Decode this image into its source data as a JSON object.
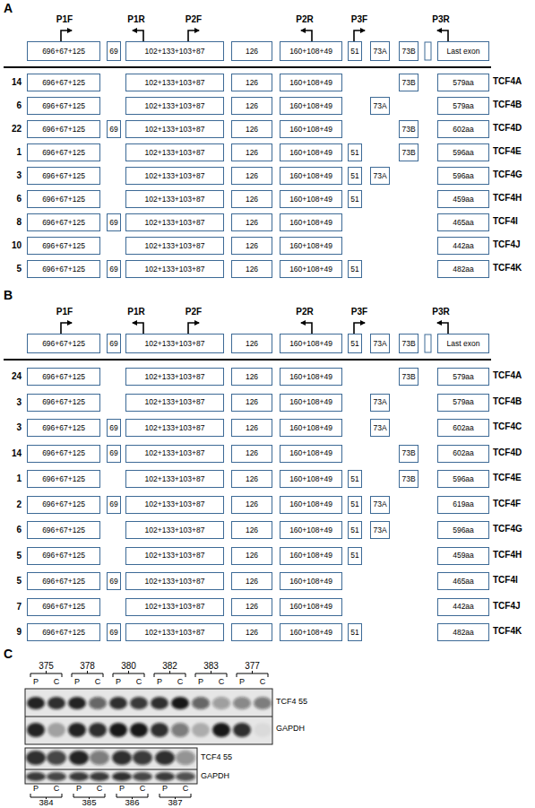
{
  "diagram": {
    "nodes": [
      {
        "text": [
          "696+67+125"
        ]
      },
      {
        "text": [
          "69"
        ]
      },
      {
        "text": [
          "102+133+103+87"
        ]
      },
      {
        "text": [
          "126"
        ]
      },
      {
        "text": [
          "160+108+49"
        ]
      },
      {
        "text": [
          "51"
        ]
      },
      {
        "text": [
          "73A"
        ]
      },
      {
        "text": [
          "73B"
        ]
      },
      {
        "text": [
          "Last exon"
        ]
      },
      {
        "text": [
          "696+67+125"
        ]
      },
      {
        "text": [
          "102+133+103+87"
        ]
      },
      {
        "text": [
          "126"
        ]
      },
      {
        "text": [
          "160+108+49"
        ]
      },
      {
        "text": [
          "73B"
        ]
      },
      {
        "text": [
          "579aa"
        ]
      },
      {
        "text": [
          "696+67+125"
        ]
      },
      {
        "text": [
          "102+133+103+87"
        ]
      },
      {
        "text": [
          "126"
        ]
      },
      {
        "text": [
          "160+108+49"
        ]
      },
      {
        "text": [
          "73A"
        ]
      },
      {
        "text": [
          "579aa"
        ]
      },
      {
        "text": [
          "696+67+125"
        ]
      },
      {
        "text": [
          "69"
        ]
      },
      {
        "text": [
          "102+133+103+87"
        ]
      },
      {
        "text": [
          "126"
        ]
      },
      {
        "text": [
          "160+108+49"
        ]
      },
      {
        "text": [
          "73B"
        ]
      },
      {
        "text": [
          "602aa"
        ]
      },
      {
        "text": [
          "696+67+125"
        ]
      },
      {
        "text": [
          "102+133+103+87"
        ]
      },
      {
        "text": [
          "126"
        ]
      },
      {
        "text": [
          "160+108+49"
        ]
      },
      {
        "text": [
          "51"
        ]
      },
      {
        "text": [
          "73B"
        ]
      },
      {
        "text": [
          "596aa"
        ]
      },
      {
        "text": [
          "696+67+125"
        ]
      },
      {
        "text": [
          "102+133+103+87"
        ]
      },
      {
        "text": [
          "126"
        ]
      },
      {
        "text": [
          "160+108+49"
        ]
      },
      {
        "text": [
          "51"
        ]
      },
      {
        "text": [
          "73A"
        ]
      },
      {
        "text": [
          "596aa"
        ]
      },
      {
        "text": [
          "696+67+125"
        ]
      },
      {
        "text": [
          "102+133+103+87"
        ]
      },
      {
        "text": [
          "126"
        ]
      },
      {
        "text": [
          "160+108+49"
        ]
      },
      {
        "text": [
          "51"
        ]
      },
      {
        "text": [
          "459aa"
        ]
      },
      {
        "text": [
          "696+67+125"
        ]
      },
      {
        "text": [
          "69"
        ]
      },
      {
        "text": [
          "102+133+103+87"
        ]
      },
      {
        "text": [
          "126"
        ]
      },
      {
        "text": [
          "160+108+49"
        ]
      },
      {
        "text": [
          "465aa"
        ]
      },
      {
        "text": [
          "696+67+125"
        ]
      },
      {
        "text": [
          "102+133+103+87"
        ]
      },
      {
        "text": [
          "126"
        ]
      },
      {
        "text": [
          "160+108+49"
        ]
      },
      {
        "text": [
          "442aa"
        ]
      },
      {
        "text": [
          "696+67+125"
        ]
      },
      {
        "text": [
          "69"
        ]
      },
      {
        "text": [
          "102+133+103+87"
        ]
      },
      {
        "text": [
          "126"
        ]
      },
      {
        "text": [
          "160+108+49"
        ]
      },
      {
        "text": [
          "51"
        ]
      },
      {
        "text": [
          "482aa"
        ]
      },
      {
        "text": [
          "696+67+125"
        ]
      },
      {
        "text": [
          "69"
        ]
      },
      {
        "text": [
          "102+133+103+87"
        ]
      },
      {
        "text": [
          "126"
        ]
      },
      {
        "text": [
          "160+108+49"
        ]
      },
      {
        "text": [
          "51"
        ]
      },
      {
        "text": [
          "73A"
        ]
      },
      {
        "text": [
          "73B"
        ]
      },
      {
        "text": [
          "Last exon"
        ]
      },
      {
        "text": [
          "696+67+125"
        ]
      },
      {
        "text": [
          "102+133+103+87"
        ]
      },
      {
        "text": [
          "126"
        ]
      },
      {
        "text": [
          "160+108+49"
        ]
      },
      {
        "text": [
          "73B"
        ]
      },
      {
        "text": [
          "579aa"
        ]
      },
      {
        "text": [
          "696+67+125"
        ]
      },
      {
        "text": [
          "102+133+103+87"
        ]
      },
      {
        "text": [
          "126"
        ]
      },
      {
        "text": [
          "160+108+49"
        ]
      },
      {
        "text": [
          "73A"
        ]
      },
      {
        "text": [
          "579aa"
        ]
      },
      {
        "text": [
          "696+67+125"
        ]
      },
      {
        "text": [
          "69"
        ]
      },
      {
        "text": [
          "102+133+103+87"
        ]
      },
      {
        "text": [
          "126"
        ]
      },
      {
        "text": [
          "160+108+49"
        ]
      },
      {
        "text": [
          "73A"
        ]
      },
      {
        "text": [
          "602aa"
        ]
      },
      {
        "text": [
          "696+67+125"
        ]
      },
      {
        "text": [
          "69"
        ]
      },
      {
        "text": [
          "102+133+103+87"
        ]
      },
      {
        "text": [
          "126"
        ]
      },
      {
        "text": [
          "160+108+49"
        ]
      },
      {
        "text": [
          "73B"
        ]
      },
      {
        "text": [
          "602aa"
        ]
      },
      {
        "text": [
          "696+67+125"
        ]
      },
      {
        "text": [
          "102+133+103+87"
        ]
      },
      {
        "text": [
          "126"
        ]
      },
      {
        "text": [
          "160+108+49"
        ]
      },
      {
        "text": [
          "51"
        ]
      },
      {
        "text": [
          "73B"
        ]
      },
      {
        "text": [
          "596aa"
        ]
      },
      {
        "text": [
          "696+67+125"
        ]
      },
      {
        "text": [
          "69"
        ]
      },
      {
        "text": [
          "102+133+103+87"
        ]
      },
      {
        "text": [
          "126"
        ]
      },
      {
        "text": [
          "160+108+49"
        ]
      },
      {
        "text": [
          "51"
        ]
      },
      {
        "text": [
          "73A"
        ]
      },
      {
        "text": [
          "619aa"
        ]
      },
      {
        "text": [
          "696+67+125"
        ]
      },
      {
        "text": [
          "102+133+103+87"
        ]
      },
      {
        "text": [
          "126"
        ]
      },
      {
        "text": [
          "160+108+49"
        ]
      },
      {
        "text": [
          "51"
        ]
      },
      {
        "text": [
          "73A"
        ]
      },
      {
        "text": [
          "596aa"
        ]
      },
      {
        "text": [
          "696+67+125"
        ]
      },
      {
        "text": [
          "102+133+103+87"
        ]
      },
      {
        "text": [
          "126"
        ]
      },
      {
        "text": [
          "160+108+49"
        ]
      },
      {
        "text": [
          "51"
        ]
      },
      {
        "text": [
          "459aa"
        ]
      },
      {
        "text": [
          "696+67+125"
        ]
      },
      {
        "text": [
          "69"
        ]
      },
      {
        "text": [
          "102+133+103+87"
        ]
      },
      {
        "text": [
          "126"
        ]
      },
      {
        "text": [
          "160+108+49"
        ]
      },
      {
        "text": [
          "465aa"
        ]
      },
      {
        "text": [
          "696+67+125"
        ]
      },
      {
        "text": [
          "102+133+103+87"
        ]
      },
      {
        "text": [
          "126"
        ]
      },
      {
        "text": [
          "160+108+49"
        ]
      },
      {
        "text": [
          "442aa"
        ]
      },
      {
        "text": [
          "696+67+125"
        ]
      },
      {
        "text": [
          "69"
        ]
      },
      {
        "text": [
          "102+133+103+87"
        ]
      },
      {
        "text": [
          "126"
        ]
      },
      {
        "text": [
          "160+108+49"
        ]
      },
      {
        "text": [
          "51"
        ]
      },
      {
        "text": [
          "482aa"
        ]
      }
    ],
    "labels": [
      "A",
      "P1F",
      "P1R",
      "P2F",
      "P2R",
      "P3F",
      "P3R",
      "14",
      "TCF4A",
      "6",
      "TCF4B",
      "22",
      "TCF4D",
      "1",
      "TCF4E",
      "3",
      "TCF4G",
      "6",
      "TCF4H",
      "8",
      "TCF4I",
      "10",
      "TCF4J",
      "5",
      "TCF4K",
      "B",
      "P1F",
      "P1R",
      "P2F",
      "P2R",
      "P3F",
      "P3R",
      "24",
      "TCF4A",
      "3",
      "TCF4B",
      "3",
      "TCF4C",
      "14",
      "TCF4D",
      "1",
      "TCF4E",
      "2",
      "TCF4F",
      "6",
      "TCF4G",
      "5",
      "TCF4H",
      "5",
      "TCF4I",
      "7",
      "TCF4J",
      "9",
      "TCF4K",
      "C",
      "375",
      "378",
      "380",
      "382",
      "383",
      "377",
      "P",
      "C",
      "P",
      "C",
      "P",
      "C",
      "P",
      "C",
      "P",
      "C",
      "P",
      "C",
      "TCF4 55",
      "GAPDH",
      "TCF4 55",
      "GAPDH",
      "P",
      "C",
      "P",
      "C",
      "P",
      "C",
      "P",
      "C",
      "384",
      "385",
      "386",
      "387"
    ]
  }
}
